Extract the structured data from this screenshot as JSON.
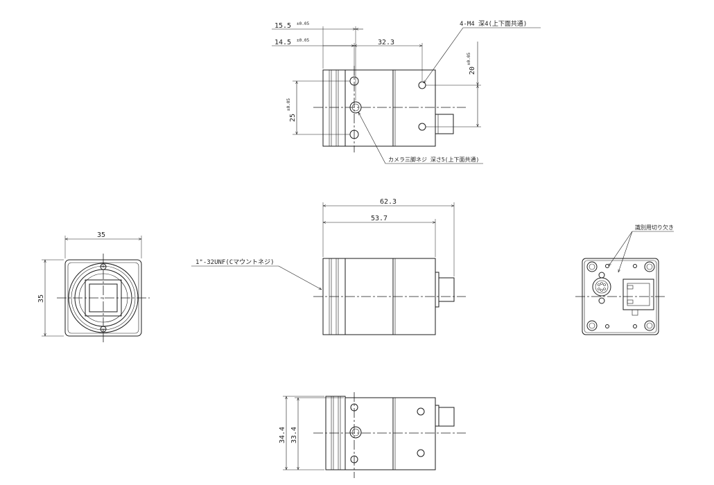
{
  "colors": {
    "line": "#1a1a1a",
    "text": "#222222",
    "background": "#ffffff"
  },
  "top_view": {
    "dim_15_5": "15.5",
    "tol_15_5": "±0.05",
    "dim_14_5": "14.5",
    "tol_14_5": "±0.05",
    "dim_32_3": "32.3",
    "dim_20": "20",
    "tol_20": "±0.05",
    "dim_25": "25",
    "tol_25": "±0.05",
    "note_m4": "4-M4 深4(上下面共通)",
    "note_tripod": "カメラ三脚ネジ 深さ5(上下面共通)"
  },
  "side_view": {
    "dim_62_3": "62.3",
    "dim_53_7": "53.7",
    "note_mount": "1\"-32UNF(Cマウントネジ)"
  },
  "front_view": {
    "dim_width": "35",
    "dim_height": "35"
  },
  "rear_view": {
    "note_notch": "識別用切り欠き"
  },
  "bottom_view": {
    "dim_34_4": "34.4",
    "dim_33_4": "33.4"
  }
}
